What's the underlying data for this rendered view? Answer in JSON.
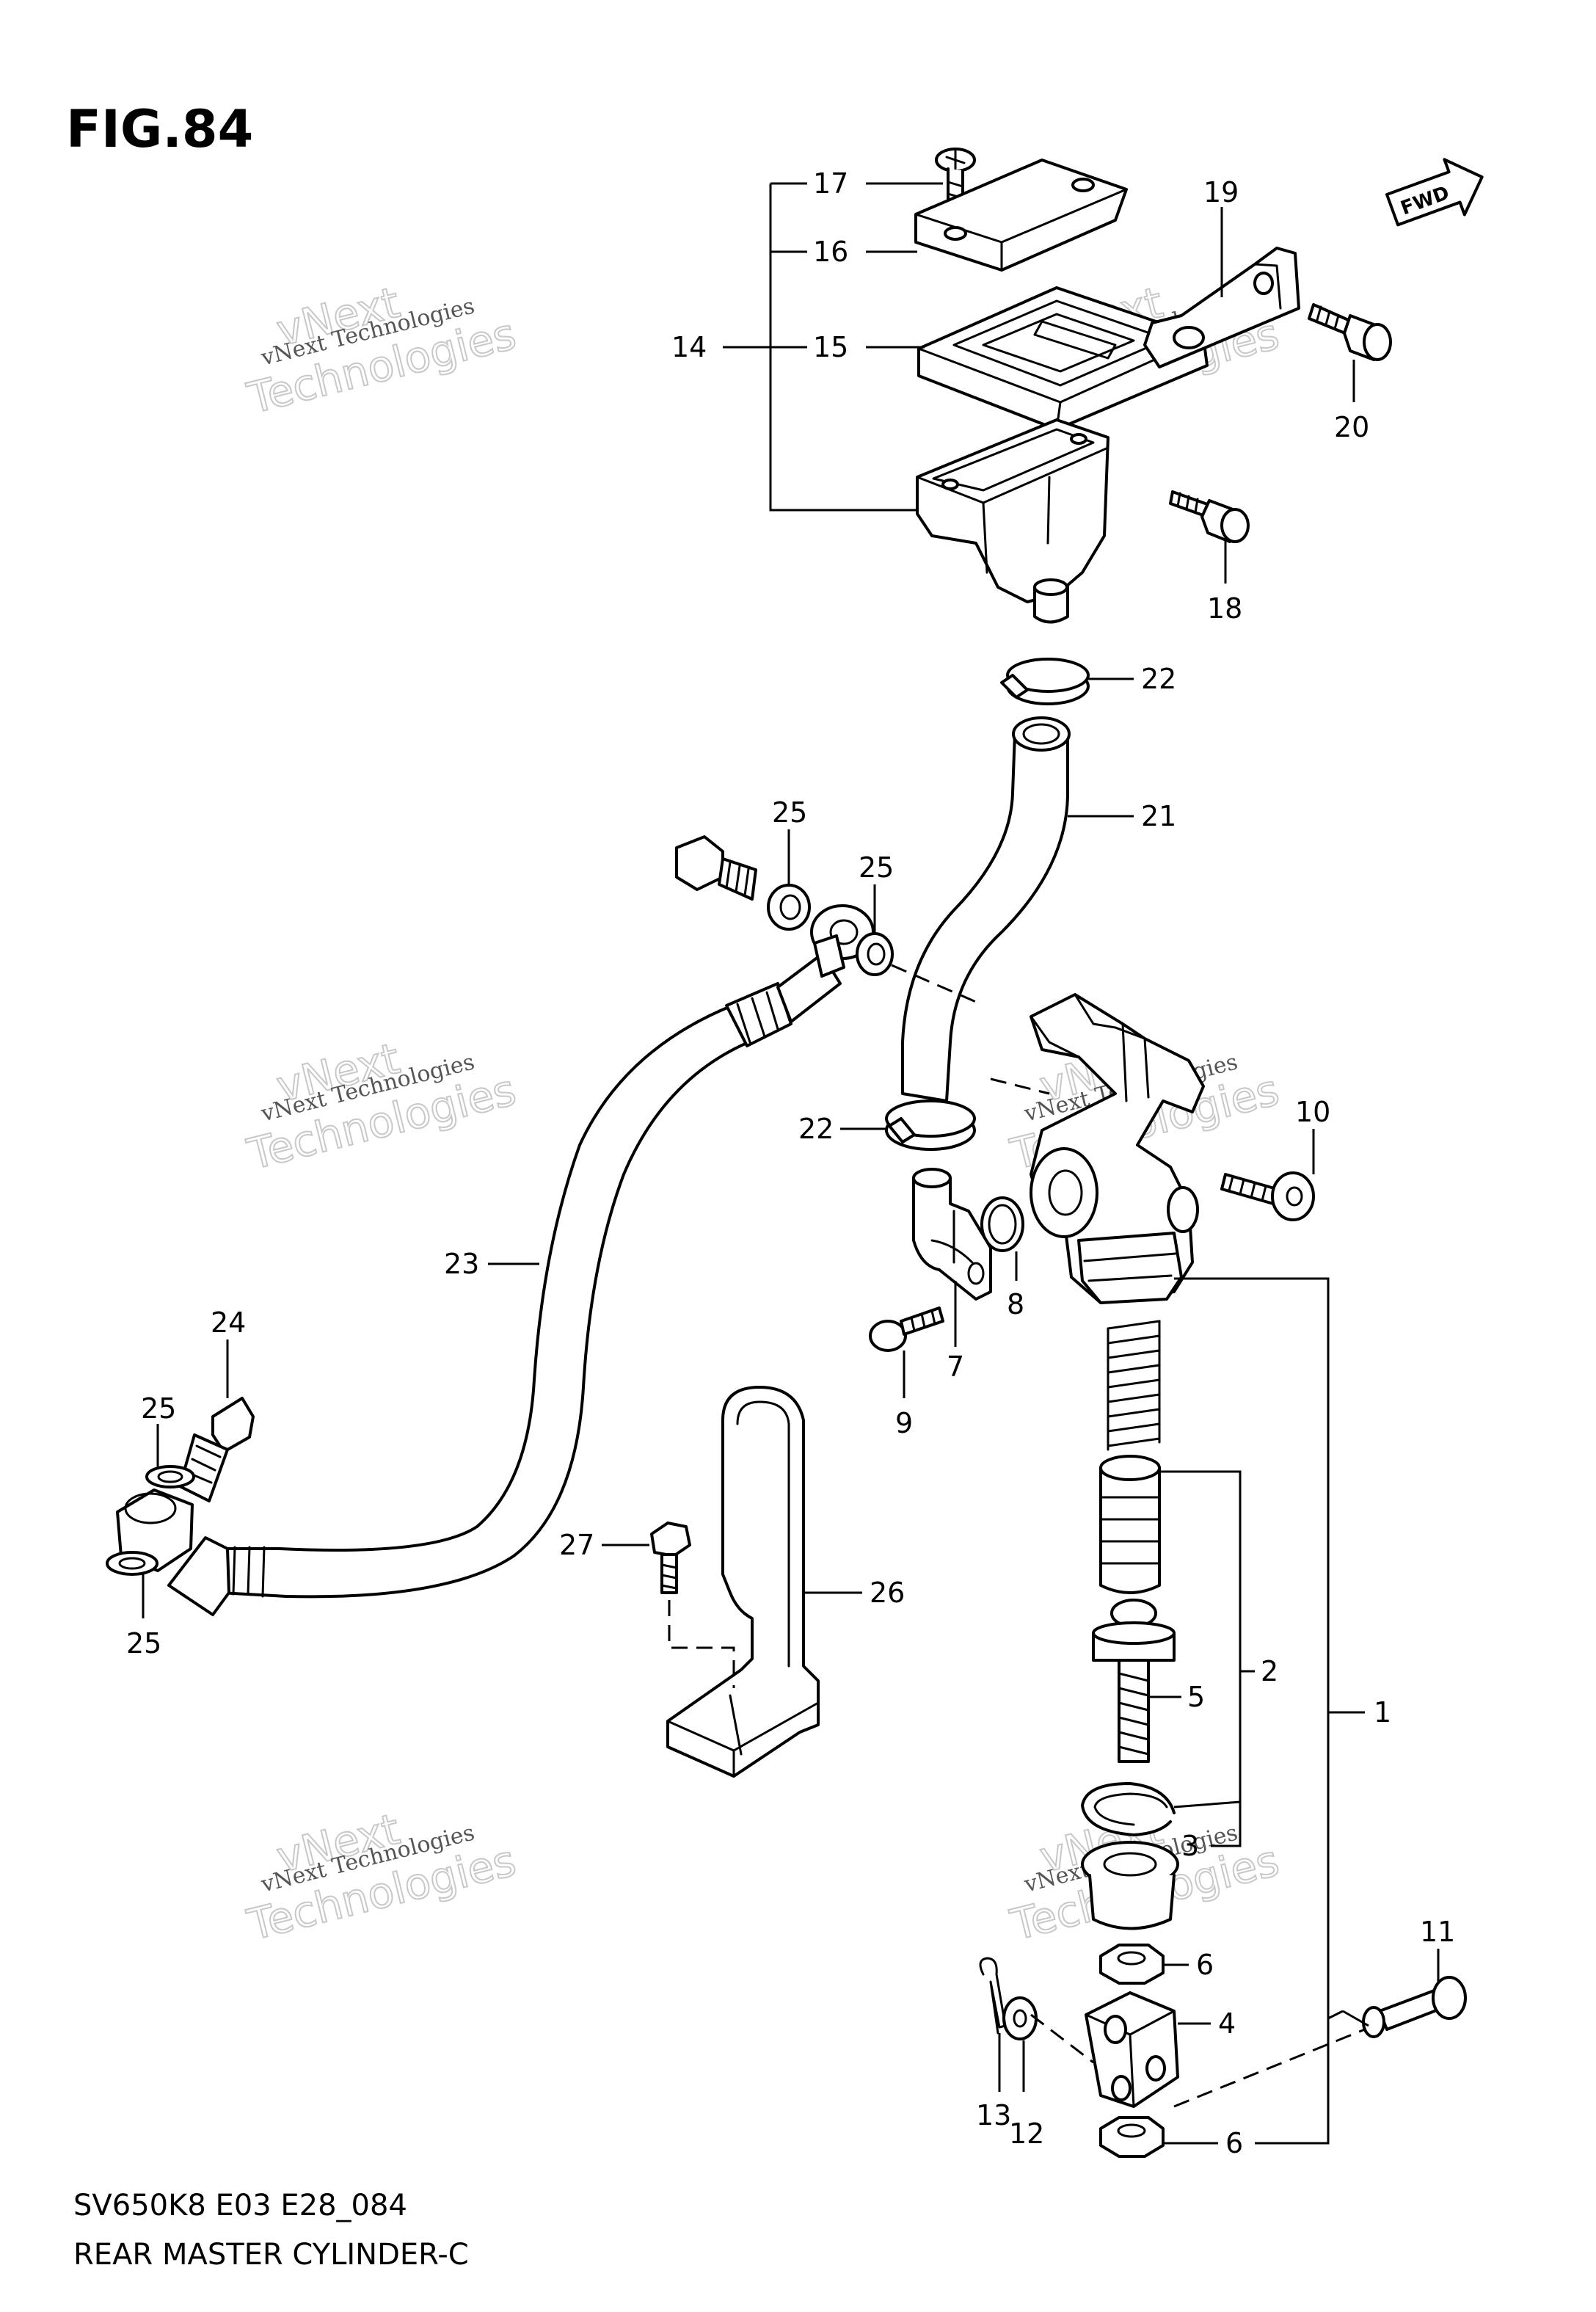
{
  "figure": {
    "title": "FIG.84",
    "fwd_label": "FWD",
    "code": "SV650K8 E03 E28_084",
    "name": "REAR MASTER CYLINDER-C"
  },
  "watermark": {
    "line1": "vNext",
    "line2": "vNext Technologies",
    "line3": "Technologies"
  },
  "callouts": {
    "c1": "1",
    "c2": "2",
    "c3": "3",
    "c4": "4",
    "c5": "5",
    "c6a": "6",
    "c6b": "6",
    "c7": "7",
    "c8": "8",
    "c9": "9",
    "c10": "10",
    "c11": "11",
    "c12": "12",
    "c13": "13",
    "c14": "14",
    "c15": "15",
    "c16": "16",
    "c17": "17",
    "c18": "18",
    "c19": "19",
    "c20": "20",
    "c21": "21",
    "c22a": "22",
    "c22b": "22",
    "c23": "23",
    "c24": "24",
    "c25a": "25",
    "c25b": "25",
    "c25c": "25",
    "c25d": "25",
    "c26": "26",
    "c27": "27"
  }
}
